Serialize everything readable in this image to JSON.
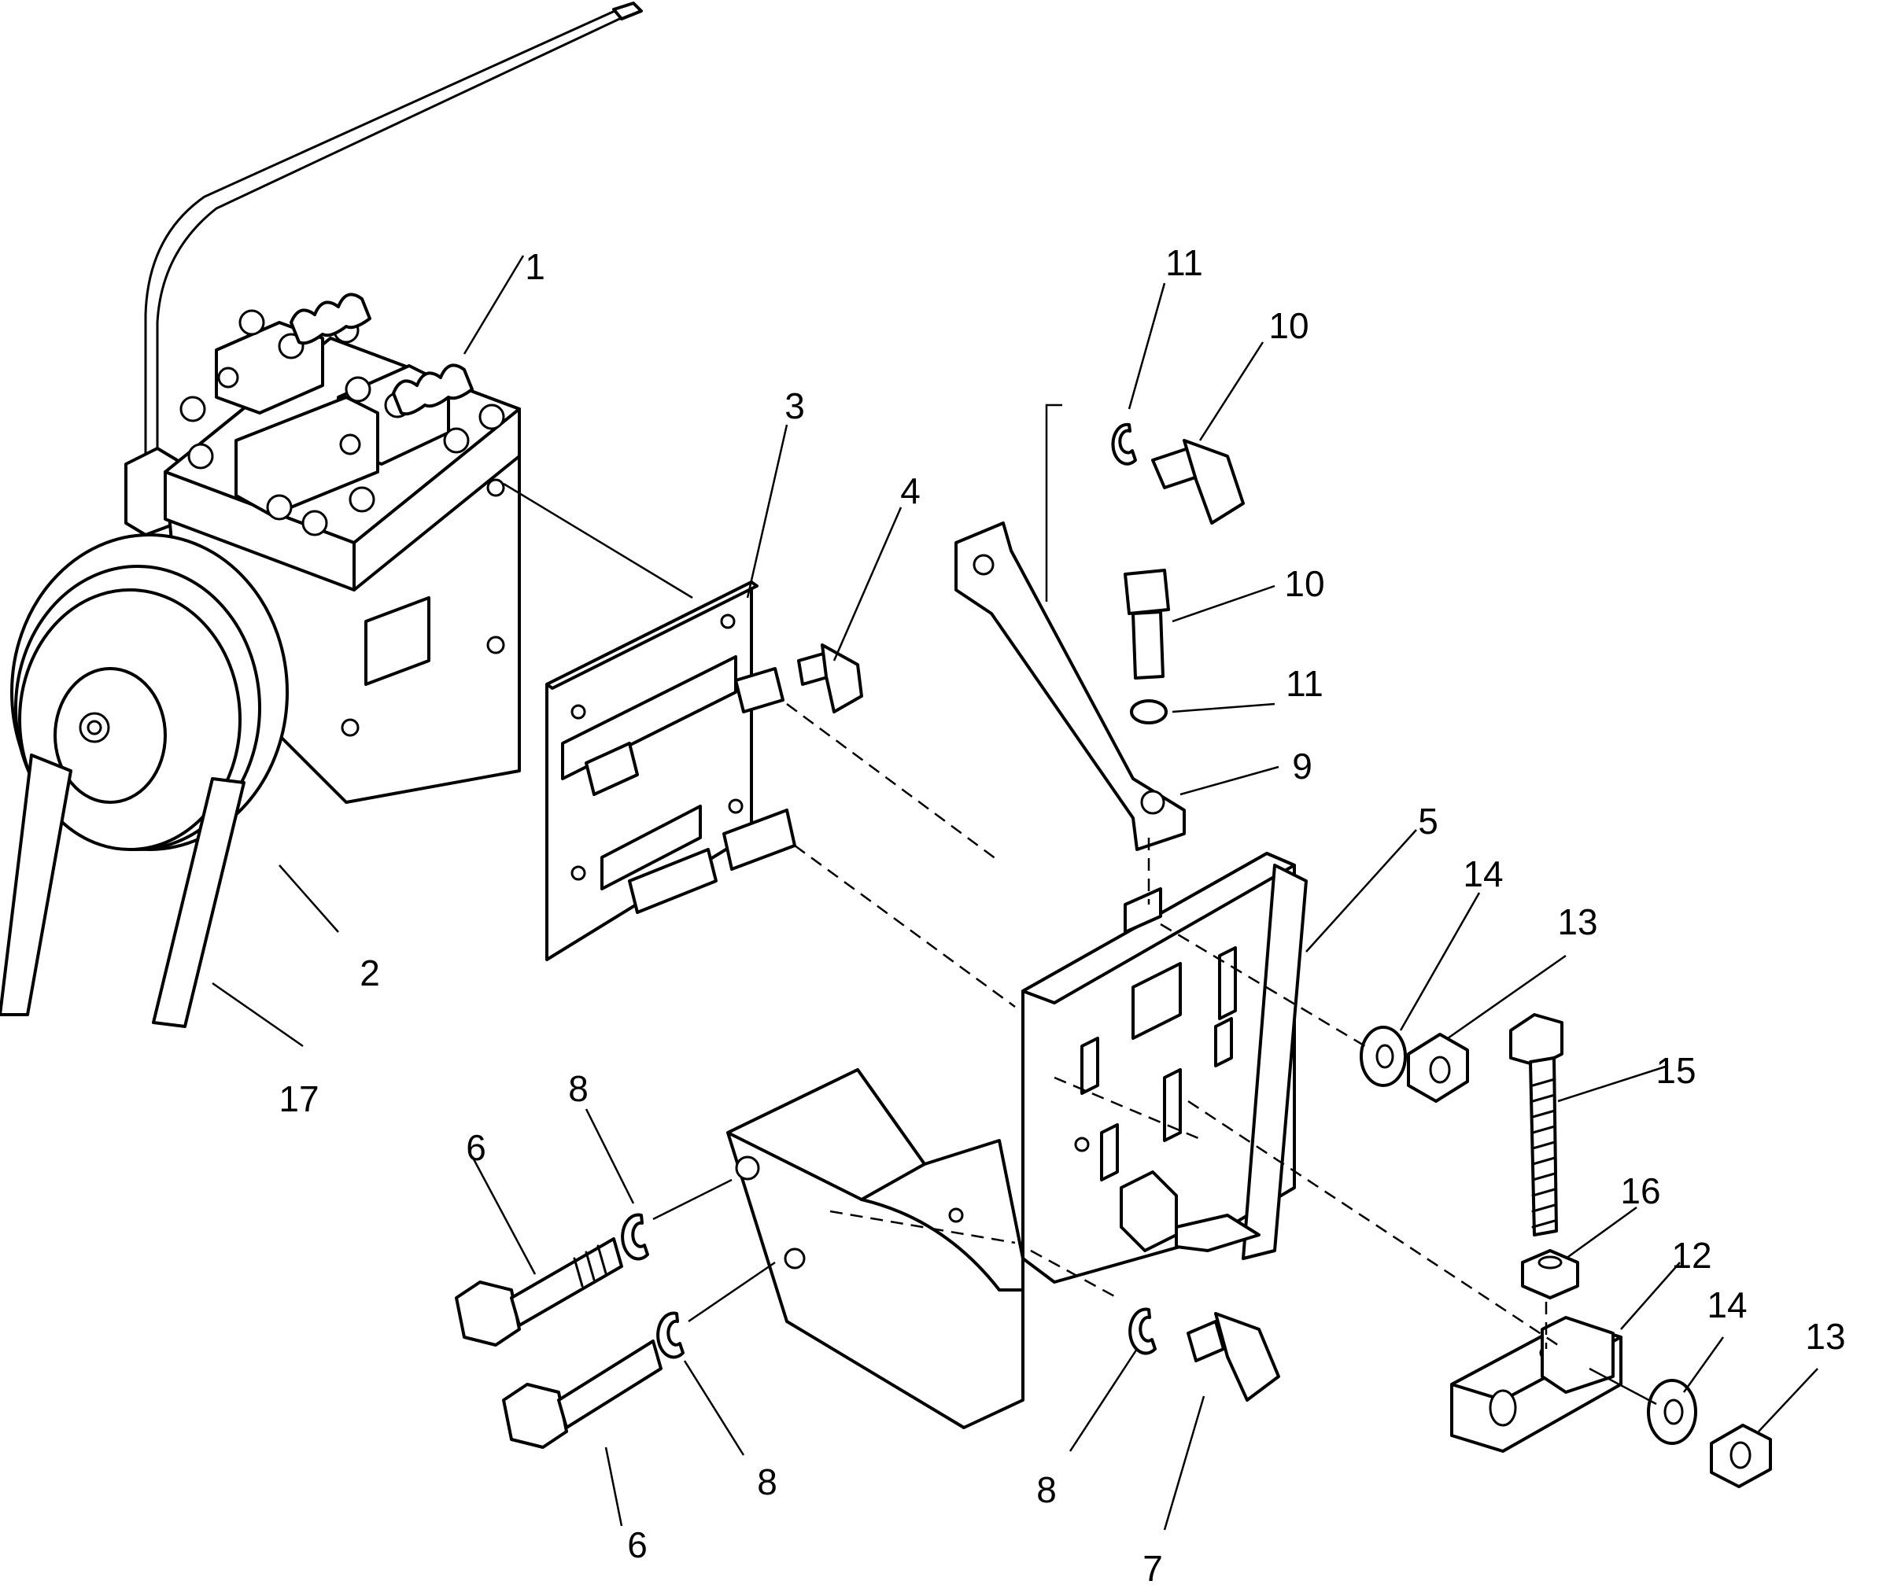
{
  "callouts": {
    "c1": "1",
    "c2": "2",
    "c3": "3",
    "c4": "4",
    "c5": "5",
    "c6a": "6",
    "c6b": "6",
    "c7": "7",
    "c8a": "8",
    "c8b": "8",
    "c8c": "8",
    "c9": "9",
    "c10a": "10",
    "c10b": "10",
    "c11a": "11",
    "c11b": "11",
    "c12": "12",
    "c13a": "13",
    "c13b": "13",
    "c14a": "14",
    "c14b": "14",
    "c15": "15",
    "c16": "16",
    "c17": "17"
  }
}
